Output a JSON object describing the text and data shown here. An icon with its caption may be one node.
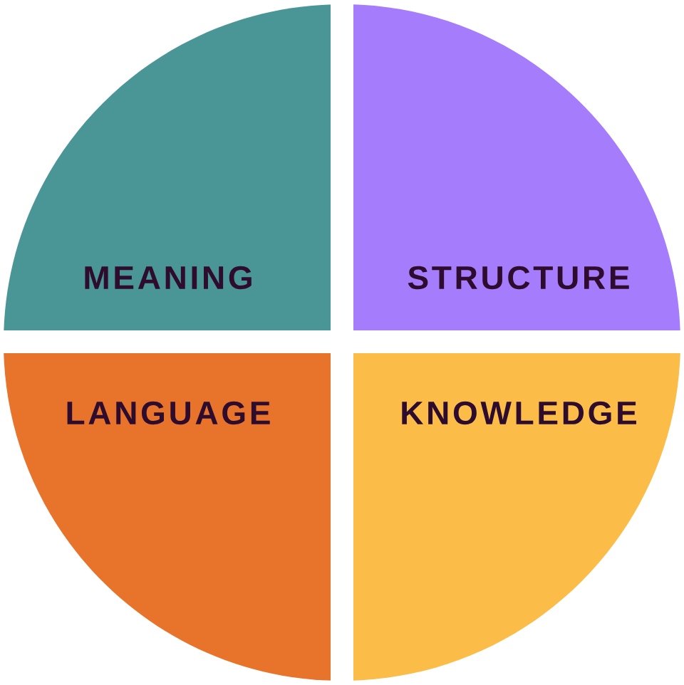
{
  "diagram": {
    "nodes": [
      {
        "text": [
          "MEANING"
        ]
      },
      {
        "text": [
          "STRUCTURE"
        ]
      },
      {
        "text": [
          "LANGUAGE"
        ]
      },
      {
        "text": [
          "KNOWLEDGE"
        ]
      }
    ]
  }
}
